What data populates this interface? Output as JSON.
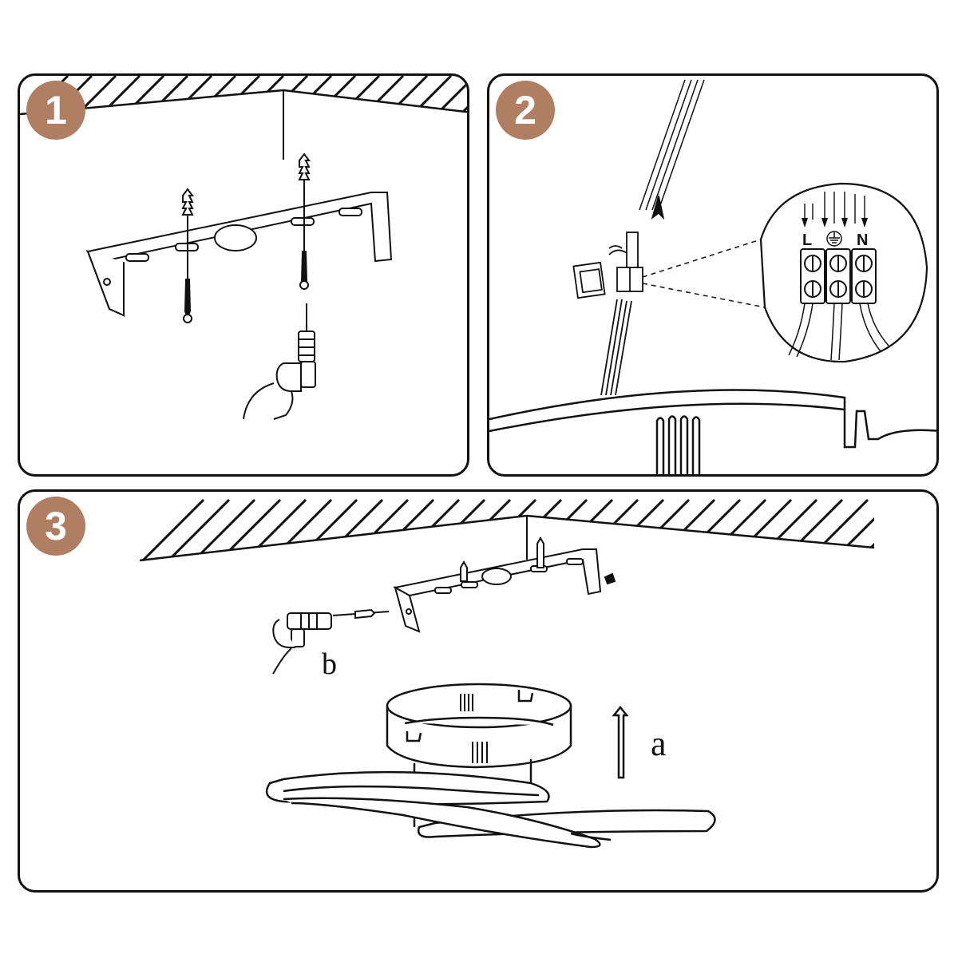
{
  "steps": [
    {
      "number": "1"
    },
    {
      "number": "2"
    },
    {
      "number": "3"
    }
  ],
  "wiring": {
    "terminal_live": "L",
    "terminal_neutral": "N",
    "ground_symbol": "earth-ground-icon"
  },
  "labels": {
    "mount_arrow": "a",
    "drill_label": "b"
  },
  "colors": {
    "badge": "#b07e63",
    "line": "#111111"
  }
}
